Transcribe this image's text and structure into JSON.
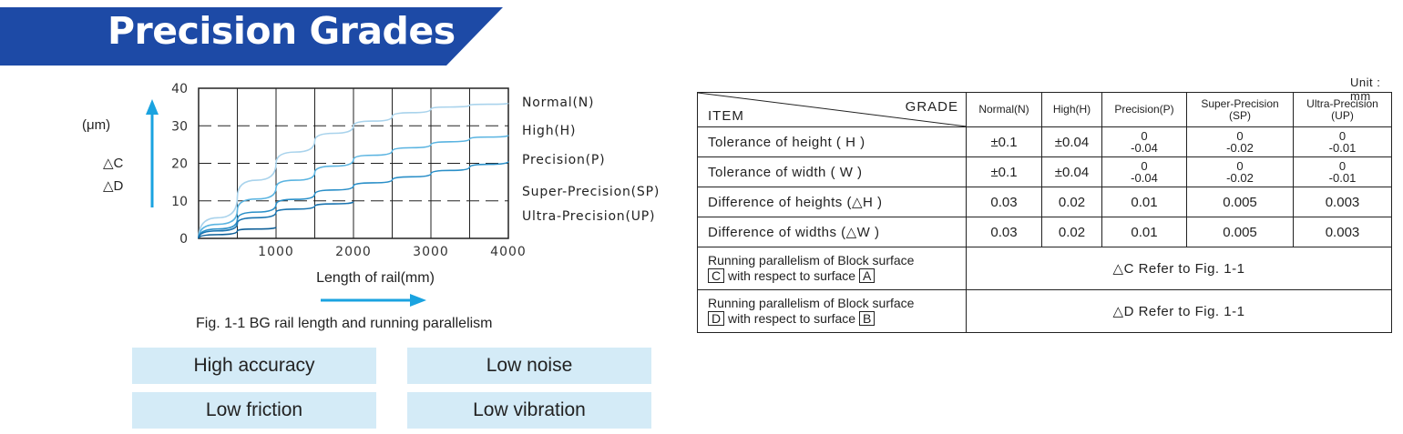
{
  "page": {
    "title": "Precision Grades",
    "accent_color": "#1d4aa6"
  },
  "chart_data": {
    "type": "line",
    "ylabel": "(μm)",
    "ylabel_symbols": [
      "△C",
      "△D"
    ],
    "xlabel": "Length of rail(mm)",
    "x_ticks": [
      "1000",
      "2000",
      "3000",
      "4000"
    ],
    "y_ticks": [
      "0",
      "10",
      "20",
      "30",
      "40"
    ],
    "xlim": [
      0,
      4000
    ],
    "ylim": [
      0,
      40
    ],
    "grid": true,
    "series": [
      {
        "name": "Normal(N)",
        "color": "#a9d3ec",
        "x": [
          0,
          500,
          1000,
          1500,
          2000,
          2500,
          3000,
          3500,
          4000
        ],
        "y": [
          0,
          11,
          20,
          26,
          30,
          32.5,
          34.5,
          35.5,
          36
        ]
      },
      {
        "name": "High(H)",
        "color": "#5ab4e1",
        "x": [
          0,
          500,
          1000,
          1500,
          2000,
          2500,
          3000,
          3500,
          4000
        ],
        "y": [
          0,
          7.5,
          13.5,
          17.5,
          21,
          23.3,
          25,
          26.5,
          27.5
        ]
      },
      {
        "name": "Precision(P)",
        "color": "#2a8fc8",
        "x": [
          0,
          500,
          1000,
          1500,
          2000,
          2500,
          3000,
          3500,
          4000
        ],
        "y": [
          0,
          5,
          9,
          11.8,
          14,
          15.6,
          17.2,
          19,
          20.5
        ]
      },
      {
        "name": "Super-Precision(SP)",
        "color": "#1a74b0",
        "x": [
          0,
          500,
          1000,
          1500,
          2000
        ],
        "y": [
          0,
          4,
          7,
          8.6,
          9.8
        ]
      },
      {
        "name": "Ultra-Precision(UP)",
        "color": "#0e5f98",
        "x": [
          0,
          500,
          1000
        ],
        "y": [
          0,
          2,
          3
        ]
      }
    ]
  },
  "figure": {
    "caption": "Fig. 1-1 BG rail length and running parallelism"
  },
  "features": [
    "High accuracy",
    "Low noise",
    "Low friction",
    "Low vibration"
  ],
  "table": {
    "unit": "Unit : mm",
    "header_item": "ITEM",
    "header_grade": "GRADE",
    "grades": [
      {
        "l1": "Normal(N)",
        "l2": ""
      },
      {
        "l1": "High(H)",
        "l2": ""
      },
      {
        "l1": "Precision(P)",
        "l2": ""
      },
      {
        "l1": "Super-Precision",
        "l2": "(SP)"
      },
      {
        "l1": "Ultra-Precision",
        "l2": "(UP)"
      }
    ],
    "rows": [
      {
        "item": "Tolerance of height ( H )",
        "values": [
          {
            "a": "±0.1",
            "b": ""
          },
          {
            "a": "±0.04",
            "b": ""
          },
          {
            "a": "0",
            "b": "-0.04"
          },
          {
            "a": "0",
            "b": "-0.02"
          },
          {
            "a": "0",
            "b": "-0.01"
          }
        ]
      },
      {
        "item": "Tolerance of width ( W )",
        "values": [
          {
            "a": "±0.1",
            "b": ""
          },
          {
            "a": "±0.04",
            "b": ""
          },
          {
            "a": "0",
            "b": "-0.04"
          },
          {
            "a": "0",
            "b": "-0.02"
          },
          {
            "a": "0",
            "b": "-0.01"
          }
        ]
      },
      {
        "item": "Difference of heights (△H )",
        "values": [
          {
            "a": "0.03",
            "b": ""
          },
          {
            "a": "0.02",
            "b": ""
          },
          {
            "a": "0.01",
            "b": ""
          },
          {
            "a": "0.005",
            "b": ""
          },
          {
            "a": "0.003",
            "b": ""
          }
        ]
      },
      {
        "item": "Difference of widths (△W )",
        "values": [
          {
            "a": "0.03",
            "b": ""
          },
          {
            "a": "0.02",
            "b": ""
          },
          {
            "a": "0.01",
            "b": ""
          },
          {
            "a": "0.005",
            "b": ""
          },
          {
            "a": "0.003",
            "b": ""
          }
        ]
      }
    ],
    "parallel_rows": [
      {
        "line1": "Running parallelism of Block surface",
        "box1": "C",
        "mid": " with respect to surface ",
        "box2": "A",
        "value": "△C Refer to Fig. 1-1"
      },
      {
        "line1": "Running parallelism of Block surface",
        "box1": "D",
        "mid": " with respect to surface ",
        "box2": "B",
        "value": "△D Refer to Fig. 1-1"
      }
    ]
  }
}
